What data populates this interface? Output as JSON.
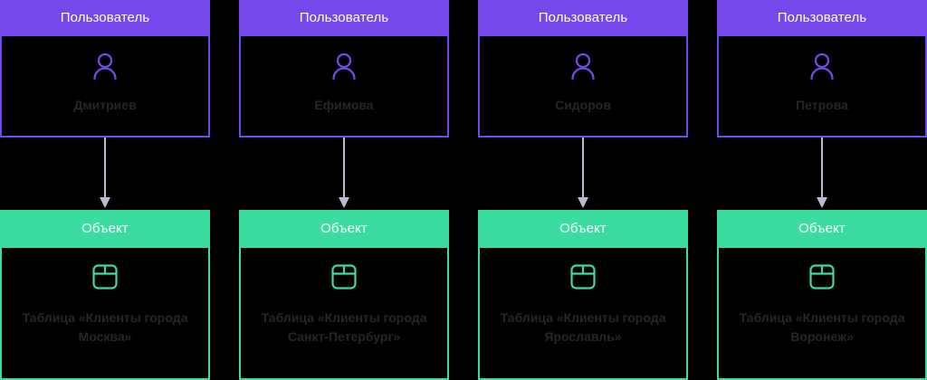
{
  "diagram": {
    "background_color": "#000000",
    "user_color": "#7448ea",
    "object_color": "#3bdca0",
    "arrow_color": "#b9bcd0",
    "label_color": "#262626",
    "header_text_color": "#ffffff",
    "columns": [
      {
        "user": {
          "header": "Пользователь",
          "name": "Дмитриев",
          "icon": "user-icon"
        },
        "arrow": "down-arrow-icon",
        "object": {
          "header": "Объект",
          "name": "Таблица «Клиенты города Москва»",
          "icon": "table-icon"
        }
      },
      {
        "user": {
          "header": "Пользователь",
          "name": "Ефимова",
          "icon": "user-icon"
        },
        "arrow": "down-arrow-icon",
        "object": {
          "header": "Объект",
          "name": "Таблица «Клиенты города Санкт-Петербург»",
          "icon": "table-icon"
        }
      },
      {
        "user": {
          "header": "Пользователь",
          "name": "Сидоров",
          "icon": "user-icon"
        },
        "arrow": "down-arrow-icon",
        "object": {
          "header": "Объект",
          "name": "Таблица «Клиенты города Ярославль»",
          "icon": "table-icon"
        }
      },
      {
        "user": {
          "header": "Пользователь",
          "name": "Петрова",
          "icon": "user-icon"
        },
        "arrow": "down-arrow-icon",
        "object": {
          "header": "Объект",
          "name": "Таблица «Клиенты города Воронеж»",
          "icon": "table-icon"
        }
      }
    ]
  }
}
